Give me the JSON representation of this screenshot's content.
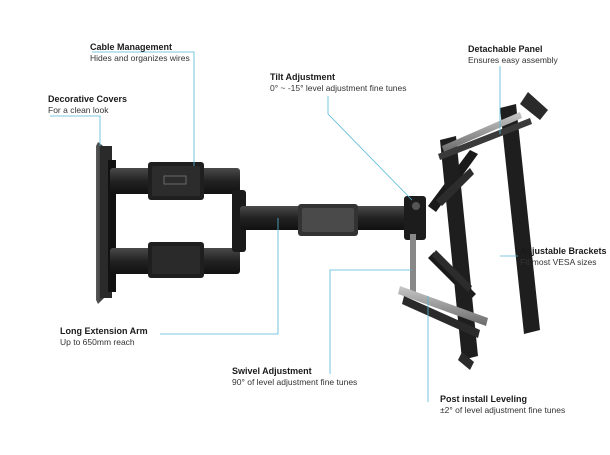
{
  "colors": {
    "leader": "#55b8d8",
    "metal_dark": "#1c1c1c",
    "metal_mid": "#3a3a3a",
    "metal_light": "#8a8a8a"
  },
  "callouts": {
    "cable": {
      "title": "Cable Management",
      "desc": "Hides and organizes wires"
    },
    "covers": {
      "title": "Decorative Covers",
      "desc": "For a clean look"
    },
    "tilt": {
      "title": "Tilt Adjustment",
      "desc": "0° ~ -15° level adjustment fine tunes"
    },
    "panel": {
      "title": "Detachable Panel",
      "desc": "Ensures easy assembly"
    },
    "brackets": {
      "title": "Adjustable Brackets",
      "desc": "Fit most VESA sizes"
    },
    "arm": {
      "title": "Long Extension Arm",
      "desc": "Up to 650mm reach"
    },
    "swivel": {
      "title": "Swivel Adjustment",
      "desc": "90° of level adjustment fine tunes"
    },
    "post": {
      "title": "Post install Leveling",
      "desc": "±2° of level adjustment fine tunes"
    }
  }
}
